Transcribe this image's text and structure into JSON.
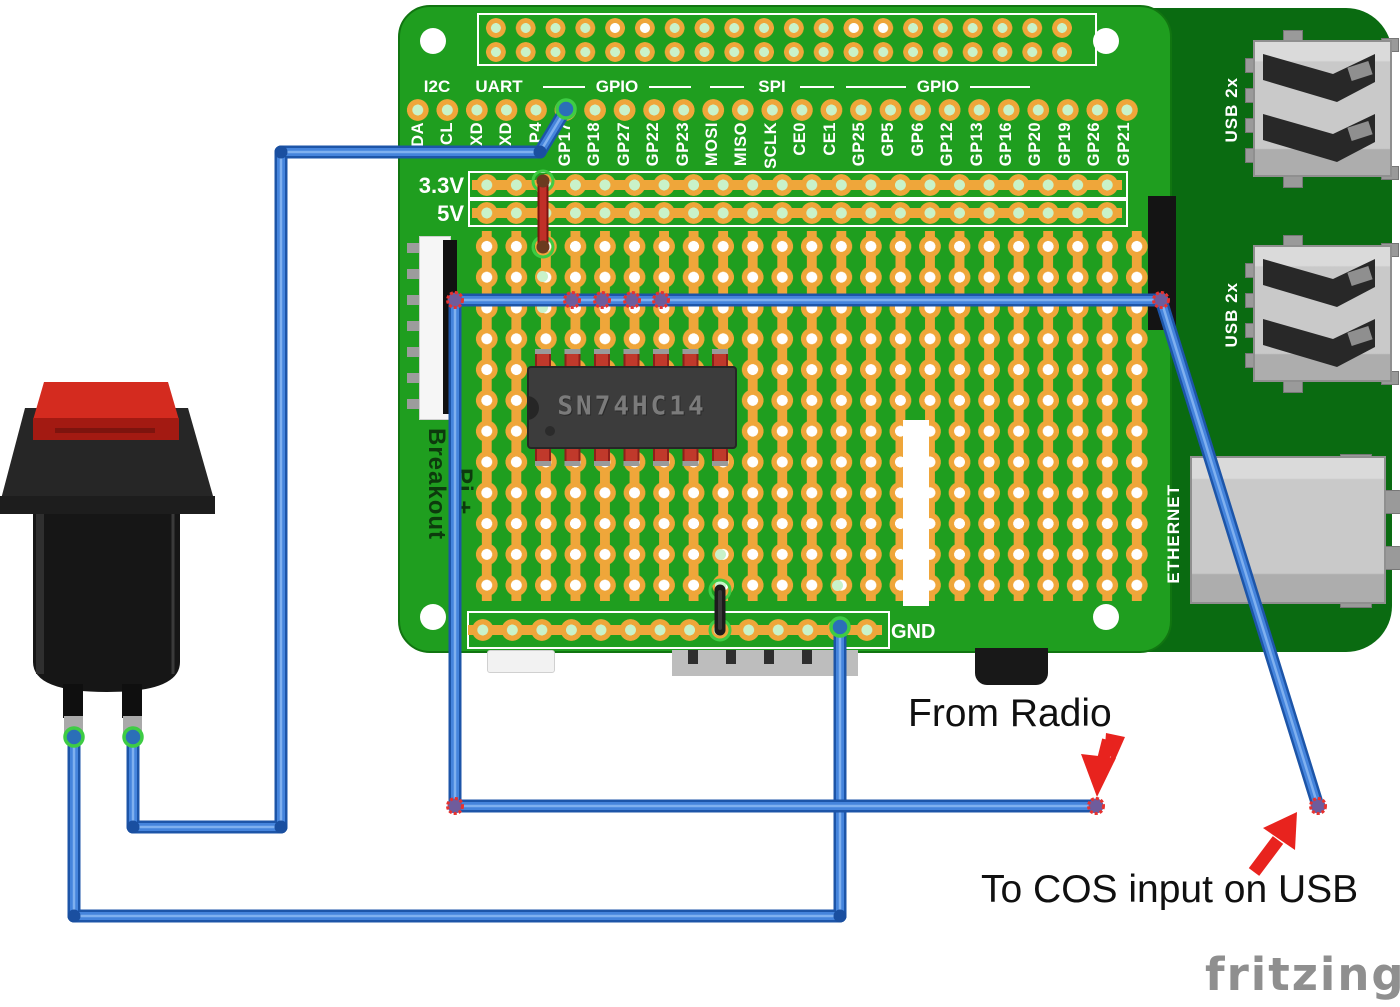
{
  "annotations": {
    "from_radio": "From Radio",
    "to_cos": "To COS input on USB"
  },
  "watermark": "fritzing",
  "hat": {
    "header_sections": [
      {
        "label": "I2C"
      },
      {
        "label": "UART"
      },
      {
        "label": "GPIO"
      },
      {
        "label": "SPI"
      },
      {
        "label": "GPIO"
      }
    ],
    "pins": [
      "DA",
      "CL",
      "XD",
      "XD",
      "P4",
      "GP17",
      "GP18",
      "GP27",
      "GP22",
      "GP23",
      "MOSI",
      "MISO",
      "SCLK",
      "CE0",
      "CE1",
      "GP25",
      "GP5",
      "GP6",
      "GP12",
      "GP13",
      "GP16",
      "GP20",
      "GP19",
      "GP26",
      "GP21"
    ],
    "rails": {
      "v33": "3.3V",
      "v5": "5V",
      "gnd": "GND"
    },
    "silk": {
      "line1": "Breakout",
      "line2": "Pi +"
    },
    "ic": {
      "label": "SN74HC14"
    }
  },
  "pi": {
    "usb_label": "USB 2x",
    "ethernet_label": "ETHERNET"
  },
  "colors": {
    "hat_green": "#1F9E1F",
    "pi_green": "#0A6B11",
    "pad_orange": "#EFA63A",
    "pad_green": "#C9F2C9",
    "wire_blue": "#4584DC",
    "wire_blue_dark": "#1D55A8",
    "wire_sheen": "#7FB0EF",
    "arrow_red": "#E8231E",
    "ic_body": "#3C3C3C",
    "ic_pin_red": "#C0392B",
    "port_grey": "#CFCFCF",
    "button_red": "#D42B1F",
    "jumper_red": "#C03028",
    "jumper_black": "#1c1c1c"
  }
}
